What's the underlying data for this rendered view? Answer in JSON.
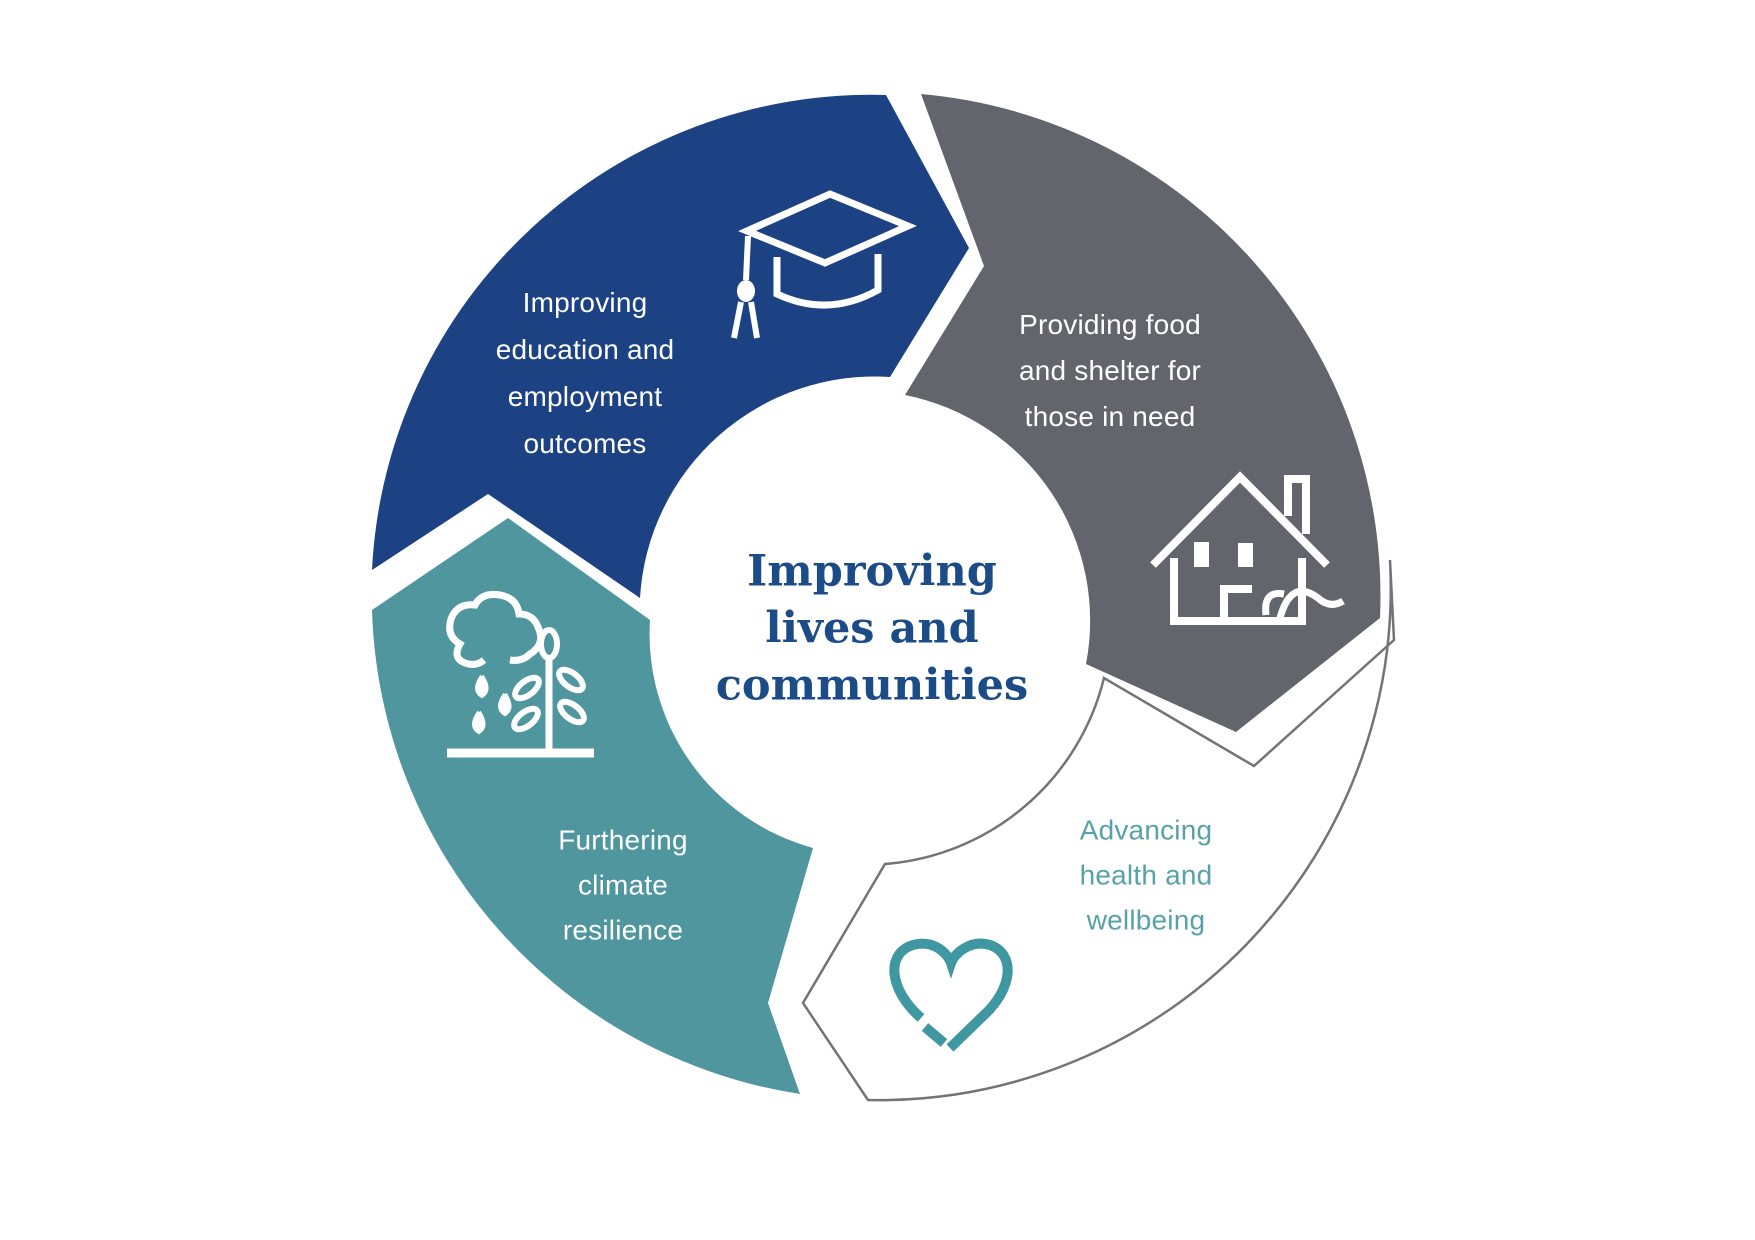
{
  "figure": {
    "title_center": {
      "lines": [
        "Improving",
        "lives and",
        "communities"
      ]
    },
    "segments": [
      {
        "id": "education",
        "label_lines": [
          "Improving",
          "education and",
          "employment",
          "outcomes"
        ],
        "color": "#1c4283",
        "text_color": "#ffffff",
        "icon": "graduation-cap-icon"
      },
      {
        "id": "food-shelter",
        "label_lines": [
          "Providing food",
          "and shelter for",
          "those in need"
        ],
        "color": "#63656c",
        "text_color": "#ffffff",
        "icon": "house-icon"
      },
      {
        "id": "health",
        "label_lines": [
          "Advancing",
          "health and",
          "wellbeing"
        ],
        "color": "#ffffff",
        "outline_color": "#737478",
        "text_color": "#57a1a9",
        "icon": "heart-icon"
      },
      {
        "id": "climate",
        "label_lines": [
          "Furthering",
          "climate",
          "resilience"
        ],
        "color": "#4f969e",
        "text_color": "#ffffff",
        "icon": "rain-plant-icon"
      }
    ],
    "flow_direction": "clockwise"
  }
}
